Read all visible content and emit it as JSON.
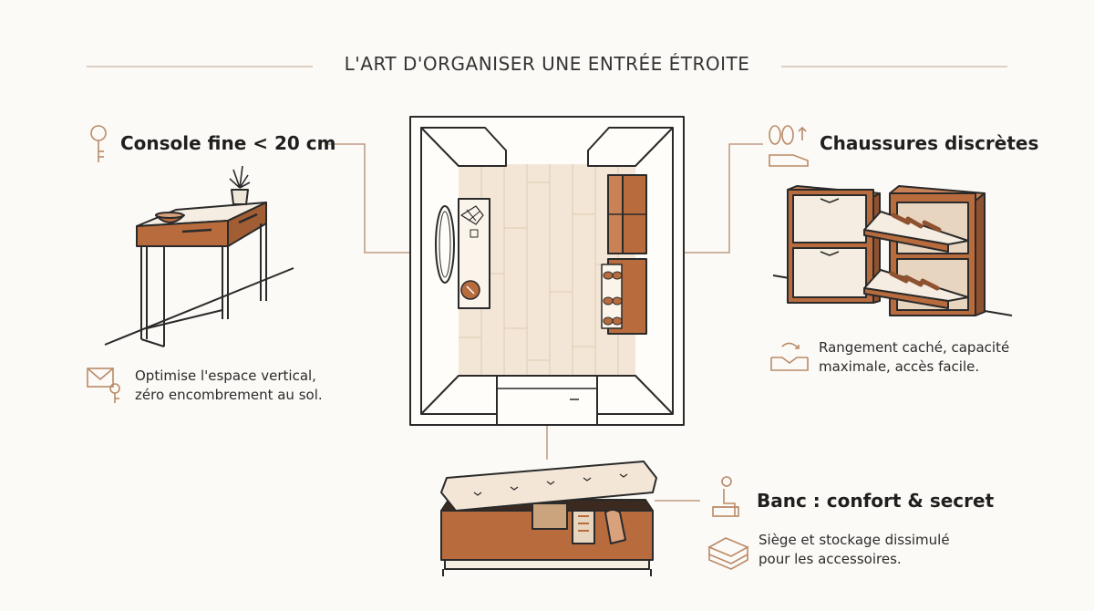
{
  "title": "L'ART D'ORGANISER UNE ENTRÉE ÉTROITE",
  "sections": {
    "console": {
      "heading": "Console fine < 20 cm",
      "desc_lines": [
        "Optimise l'espace vertical,",
        "zéro encombrement au sol."
      ],
      "icon": "key-icon",
      "desc_icon": "envelope-keys-icon"
    },
    "shoes": {
      "heading": "Chaussures discrètes",
      "desc_lines": [
        "Rangement caché, capacité",
        "maximale, accès facile."
      ],
      "icon": "shoes-icon",
      "desc_icon": "hidden-box-icon"
    },
    "bench": {
      "heading": "Banc : confort & secret",
      "desc_lines": [
        "Siège et stockage dissimulé",
        "pour les accessoires."
      ],
      "icon": "seated-person-icon",
      "desc_icon": "folded-textile-icon"
    }
  },
  "colors": {
    "wood": "#b86c3e",
    "wood_dark": "#8f5230",
    "line": "#2a2a2a",
    "floor": "#f3e6d6",
    "accent_icon": "#b98a67",
    "background": "#fcfaf6"
  }
}
